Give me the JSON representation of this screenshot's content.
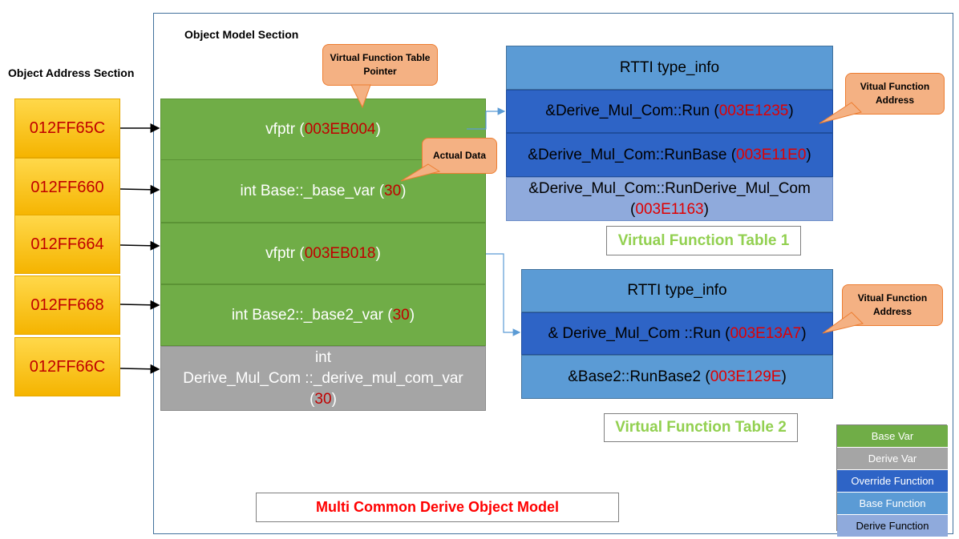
{
  "headings": {
    "object_model": "Object Model Section",
    "object_address": "Object Address Section"
  },
  "addresses": [
    "012FF65C",
    "012FF660",
    "012FF664",
    "012FF668",
    "012FF66C"
  ],
  "object_model": {
    "row1": {
      "prefix": "vfptr (",
      "value": "003EB004",
      "suffix": ")"
    },
    "row2": {
      "prefix": "int Base::_base_var (",
      "value": "30",
      "suffix": ")"
    },
    "row3": {
      "prefix": "vfptr (",
      "value": "003EB018",
      "suffix": ")"
    },
    "row4": {
      "prefix": "int Base2::_base2_var (",
      "value": "30",
      "suffix": ")"
    },
    "row5": {
      "line1": "int",
      "line2": "Derive_Mul_Com ::_derive_mul_com_var",
      "prefix": "(",
      "value": "30",
      "suffix": ")"
    }
  },
  "callouts": {
    "vtable_pointer": "Virtual Function Table Pointer",
    "actual_data": "Actual Data",
    "vfunc_address_1": "Vitual Function Address",
    "vfunc_address_2": "Vitual Function Address"
  },
  "vtable1": {
    "rtti": "RTTI type_info",
    "entry1": {
      "prefix": "&Derive_Mul_Com::Run (",
      "value": "003E1235",
      "suffix": ")"
    },
    "entry2": {
      "prefix": "&Derive_Mul_Com::RunBase (",
      "value": "003E11E0",
      "suffix": ")"
    },
    "entry3": {
      "line1": "&Derive_Mul_Com::RunDerive_Mul_Com",
      "prefix": "(",
      "value": "003E1163",
      "suffix": ")"
    },
    "caption": "Virtual Function Table 1"
  },
  "vtable2": {
    "rtti": "RTTI type_info",
    "entry1": {
      "prefix": "& Derive_Mul_Com ::Run (",
      "value": "003E13A7",
      "suffix": ")"
    },
    "entry2": {
      "prefix": "&Base2::RunBase2 (",
      "value": "003E129E",
      "suffix": ")"
    },
    "caption": "Virtual Function Table 2"
  },
  "title": "Multi Common Derive Object Model",
  "legend": {
    "base_var": "Base Var",
    "derive_var": "Derive Var",
    "override_function": "Override Function",
    "base_function": "Base Function",
    "derive_function": "Derive Function"
  },
  "colors": {
    "base_var": "#70ad47",
    "derive_var": "#a5a5a5",
    "override_function": "#2e64c6",
    "base_function": "#5b9bd5",
    "derive_function": "#8faadc",
    "address": "#ffc000",
    "callout": "#f4b183",
    "highlight_value": "#c00000"
  }
}
